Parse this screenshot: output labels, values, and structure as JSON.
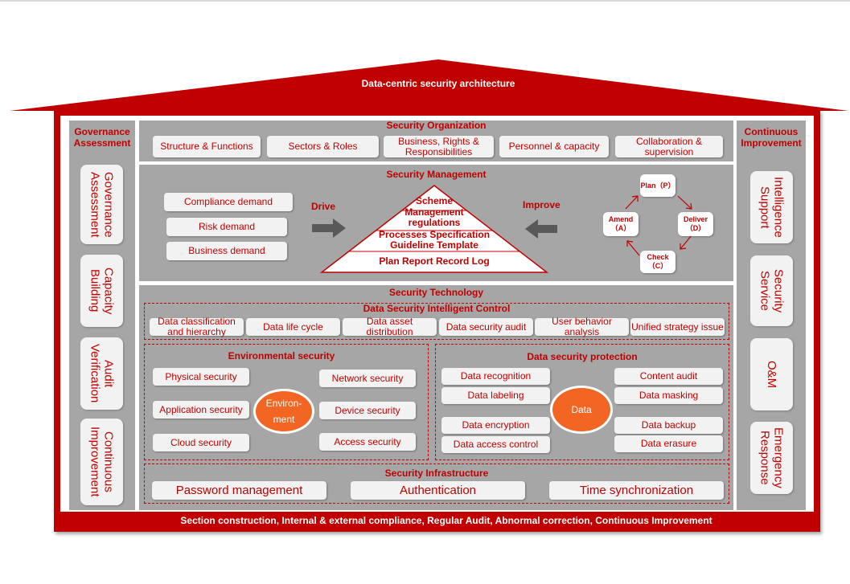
{
  "roof": {
    "title": "Data-centric security architecture"
  },
  "left_column": {
    "title": "Governance Assessment",
    "items": [
      "Governance Assessment",
      "Capacity Building",
      "Audit Verification",
      "Continuous Improvement"
    ]
  },
  "right_column": {
    "title": "Continuous Improvement",
    "items": [
      "Intelligence Support",
      "Security Service",
      "O&M",
      "Emergency Response"
    ]
  },
  "organization": {
    "title": "Security Organization",
    "items": [
      "Structure & Functions",
      "Sectors & Roles",
      "Business, Rights & Responsibilities",
      "Personnel & capacity",
      "Collaboration & supervision"
    ]
  },
  "management": {
    "title": "Security Management",
    "demands": [
      "Compliance  demand",
      "Risk demand",
      "Business demand"
    ],
    "drive_label": "Drive",
    "improve_label": "Improve",
    "pyramid": [
      "Scheme",
      "Management regulations",
      "Processes Specification",
      "Guideline Template",
      "Plan Report Record Log"
    ],
    "cycle": {
      "plan": "Plan（P）",
      "deliver": "Deliver（D）",
      "check": "Check（C）",
      "amend": "Amend（A）"
    }
  },
  "technology": {
    "title": "Security Technology",
    "intelligent": {
      "title": "Data Security Intelligent Control",
      "items": [
        "Data classification and hierarchy",
        "Data life cycle",
        "Data asset distribution",
        "Data security audit",
        "User behavior analysis",
        "Unified strategy issue"
      ]
    },
    "environmental": {
      "title": "Environmental security",
      "center": "Environ-ment",
      "left": [
        "Physical security",
        "Application security",
        "Cloud security"
      ],
      "right": [
        "Network security",
        "Device security",
        "Access security"
      ]
    },
    "protection": {
      "title": "Data security protection",
      "center": "Data",
      "left": [
        "Data recognition",
        "Data labeling",
        "Data encryption",
        "Data access control"
      ],
      "right": [
        "Content audit",
        "Data masking",
        "Data backup",
        "Data erasure"
      ]
    }
  },
  "infrastructure": {
    "title": "Security Infrastructure",
    "items": [
      "Password management",
      "Authentication",
      "Time synchronization"
    ]
  },
  "footer": {
    "text": "Section construction, Internal & external compliance, Regular Audit, Abnormal correction, Continuous Improvement"
  },
  "colors": {
    "accent": "#c00000",
    "panel": "#a6a6a6",
    "orange": "#f26522",
    "pill": "#f2f2f2"
  }
}
